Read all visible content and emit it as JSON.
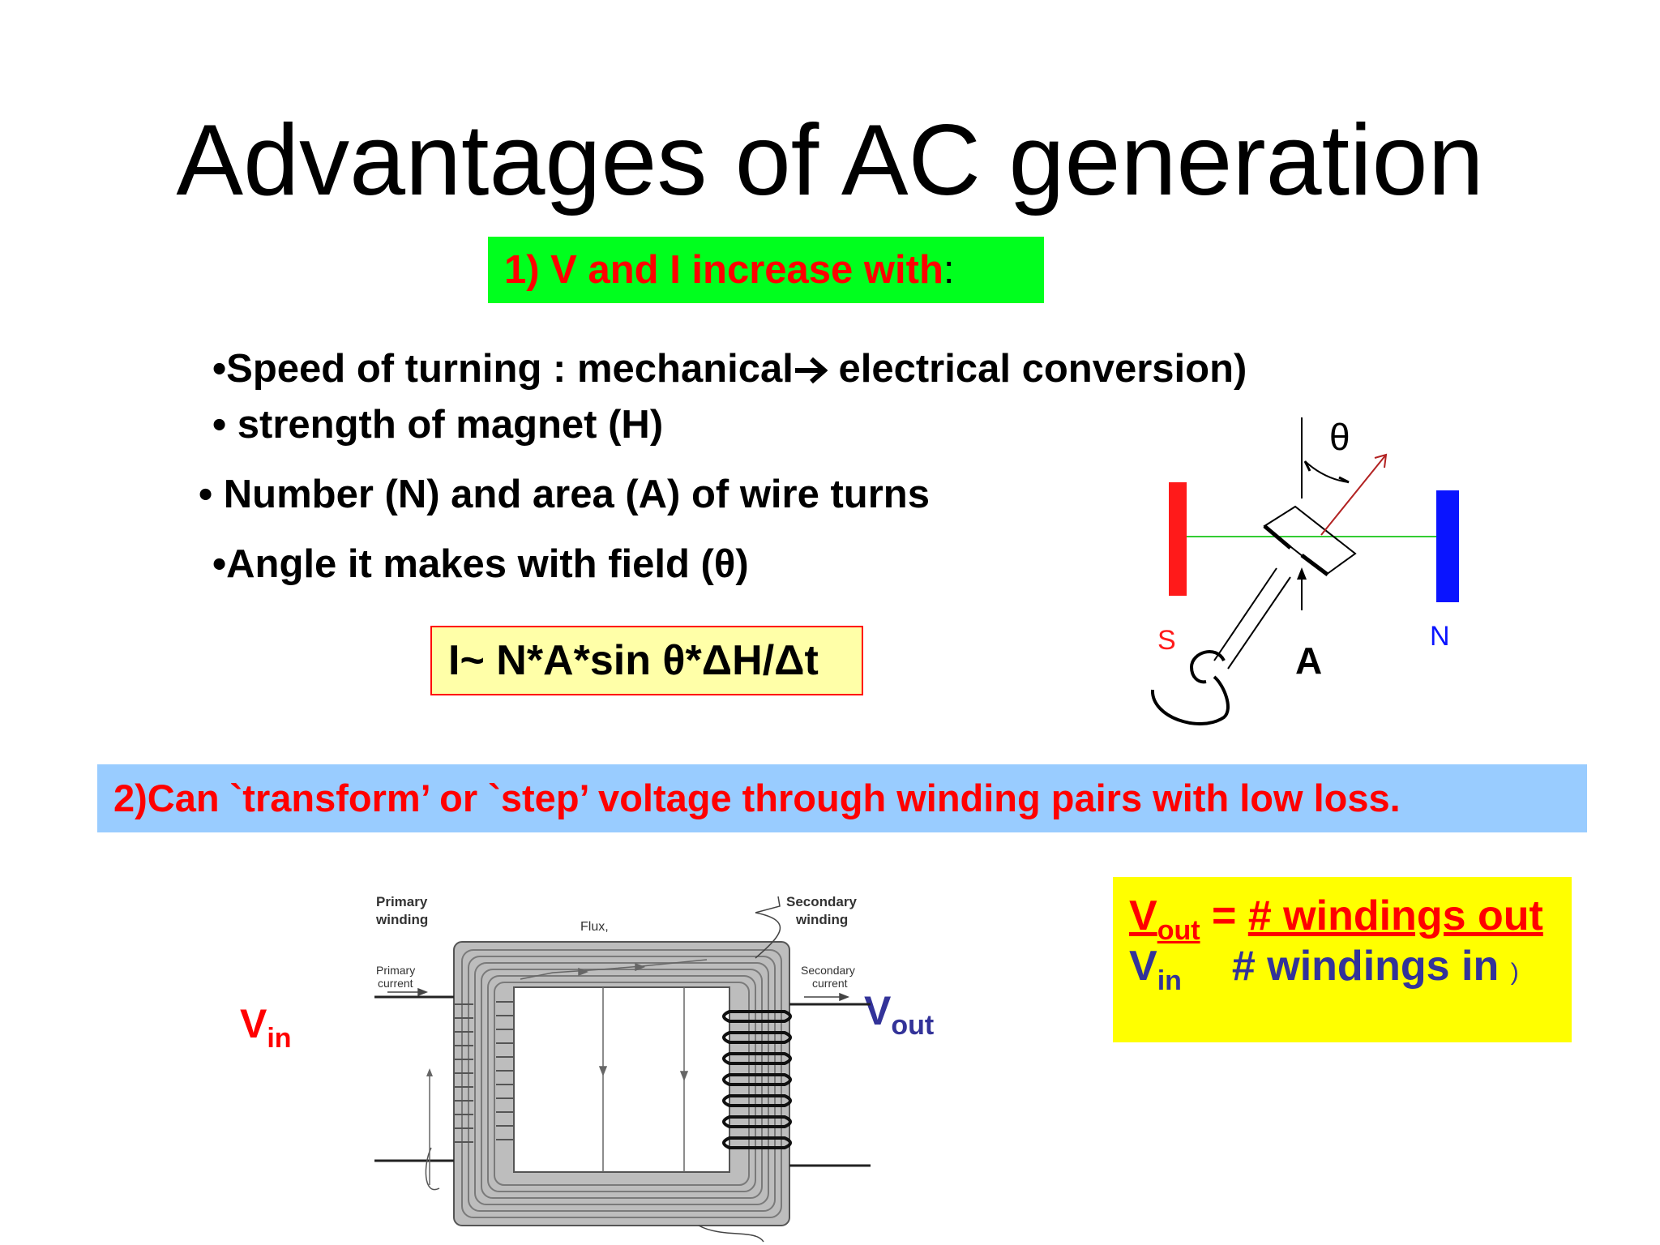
{
  "title": "Advantages of AC generation",
  "point1": {
    "heading": "1) V and I increase with",
    "colon": ":",
    "bullets": [
      "•Speed of turning  : mechanical",
      " electrical conversion)",
      "• strength of magnet (H)",
      "• Number (N) and area (A) of wire turns",
      "•Angle it makes with field (θ)"
    ],
    "formula": "I~ N*A*sin θ*ΔH/Δt"
  },
  "generator_diagram": {
    "theta": "θ",
    "south": "S",
    "north": "N",
    "area": "A",
    "colors": {
      "south_pole": "#ff1a1a",
      "north_pole": "#0a14ff",
      "field_line": "#33cc33"
    }
  },
  "point2": {
    "heading": "2)Can `transform’ or `step’ voltage through winding pairs with low loss."
  },
  "transformer": {
    "vin": "V",
    "vin_sub": "in",
    "vout": "V",
    "vout_sub": "out",
    "primary_winding": [
      "Primary",
      "winding"
    ],
    "secondary_winding": [
      "Secondary",
      "winding"
    ],
    "primary_current": [
      "Primary",
      "current"
    ],
    "secondary_current": [
      "Secondary",
      "current"
    ],
    "flux": "Flux,"
  },
  "ratio": {
    "vout": "V",
    "vout_sub": "out",
    "equals": " = ",
    "numerator": "# windings out",
    "vin": "V",
    "vin_sub": "in",
    "denominator": "# windings in",
    "paren": ")"
  }
}
